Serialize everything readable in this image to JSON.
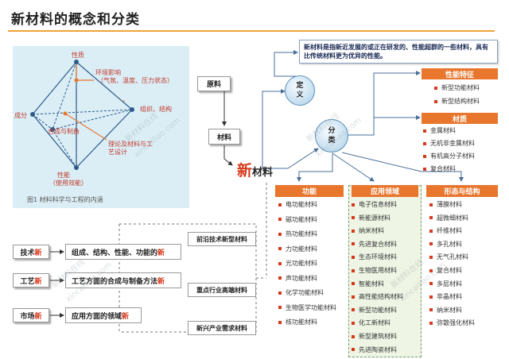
{
  "title": "新材料的概念和分类",
  "tetrahedron": {
    "labels": {
      "properties": "性质",
      "env_1": "环境影响",
      "env_2": "（气氛、温度、压力状态）",
      "composition": "成分",
      "structure": "组织、结构",
      "synthesis": "合成与制备",
      "theory_1": "理论及材料与工",
      "theory_2": "艺设计",
      "performance": "性能",
      "efficiency": "（使用效能）"
    },
    "caption": "图1 材料科学与工程的内涵"
  },
  "flow": {
    "raw": "原料",
    "material": "材料",
    "new_char": "新",
    "new_rest": "材料"
  },
  "definition": {
    "circle_1": "定",
    "circle_2": "义",
    "text": "新材料是指新近发展的或正在研发的、性能超群的一些材料，具有比传统材料更为优异的性能。"
  },
  "classification": {
    "circle_1": "分",
    "circle_2": "类",
    "performance": {
      "header": "性能特征",
      "items": [
        "新型功能材料",
        "新型结构材料"
      ]
    },
    "materials": {
      "header": "材质",
      "items": [
        "金属材料",
        "无机非金属材料",
        "有机高分子材料",
        "复合材料"
      ]
    },
    "function": {
      "header": "功能",
      "items": [
        "电功能材料",
        "磁功能材料",
        "热功能材料",
        "力功能材料",
        "光功能材料",
        "声功能材料",
        "化学功能材料",
        "生物医学功能材料",
        "核功能材料"
      ]
    },
    "application": {
      "header": "应用领域",
      "items": [
        "电子信息材料",
        "新能源材料",
        "纳米材料",
        "先进复合材料",
        "生态环境材料",
        "生物医用材料",
        "智能材料",
        "高性能结构材料",
        "新型功能材料",
        "化工新材料",
        "新型建筑材料",
        "先进陶瓷材料"
      ]
    },
    "form": {
      "header": "形态与结构",
      "items": [
        "薄膜材料",
        "超微细材料",
        "纤维材料",
        "多孔材料",
        "无气孔材料",
        "复合材料",
        "多层材料",
        "非晶材料",
        "纳米材料",
        "弥散强化材料"
      ]
    }
  },
  "new_aspects": [
    {
      "label_main": "技术",
      "label_red": "新",
      "desc_main": "组成、结构、性能、功能的",
      "desc_red": "新"
    },
    {
      "label_main": "工艺",
      "label_red": "新",
      "desc_main": "工艺方面的合成与制备方法",
      "desc_red": "新"
    },
    {
      "label_main": "市场",
      "label_red": "新",
      "desc_main": "应用方面的领域",
      "desc_red": "新"
    }
  ],
  "outcomes": [
    "前沿技术新型材料",
    "重点行业高端材料",
    "新兴产业需求材料"
  ],
  "watermarks": [
    "新材料在线",
    "xincailiao.com"
  ],
  "colors": {
    "accent_orange": "#e8762d",
    "title_rule": "#f0a23a",
    "new_red": "#d63a1c",
    "panel_blue": "#dbeef6",
    "application_green": "#eef5e4"
  }
}
